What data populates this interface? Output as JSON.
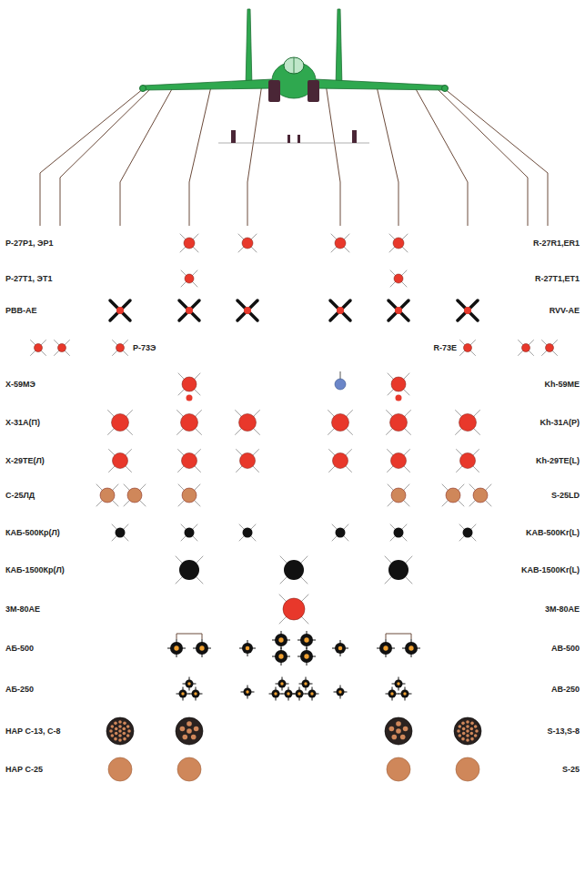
{
  "diagram": {
    "labels": [
      "Р-27Р1, ЭР1",
      "R-27R1,ER1",
      "Р-27Т1, ЭТ1",
      "R-27T1,ET1",
      "РВВ-АЕ",
      "RVV-AE",
      "Р-73Э",
      "R-73E",
      "Х-59МЭ",
      "Kh-59ME",
      "Х-31А(П)",
      "Kh-31A(P)",
      "Х-29ТЕ(Л)",
      "Kh-29TE(L)",
      "С-25ЛД",
      "S-25LD",
      "КАБ-500Кр(Л)",
      "KAB-500Kr(L)",
      "КАБ-1500Кр(Л)",
      "KAB-1500Kr(L)",
      "3М-80АЕ",
      "3M-80AE",
      "АБ-500",
      "AB-500",
      "АБ-250",
      "AB-250",
      "НАР С-13, С-8",
      "S-13,S-8",
      "НАР С-25",
      "S-25"
    ]
  }
}
